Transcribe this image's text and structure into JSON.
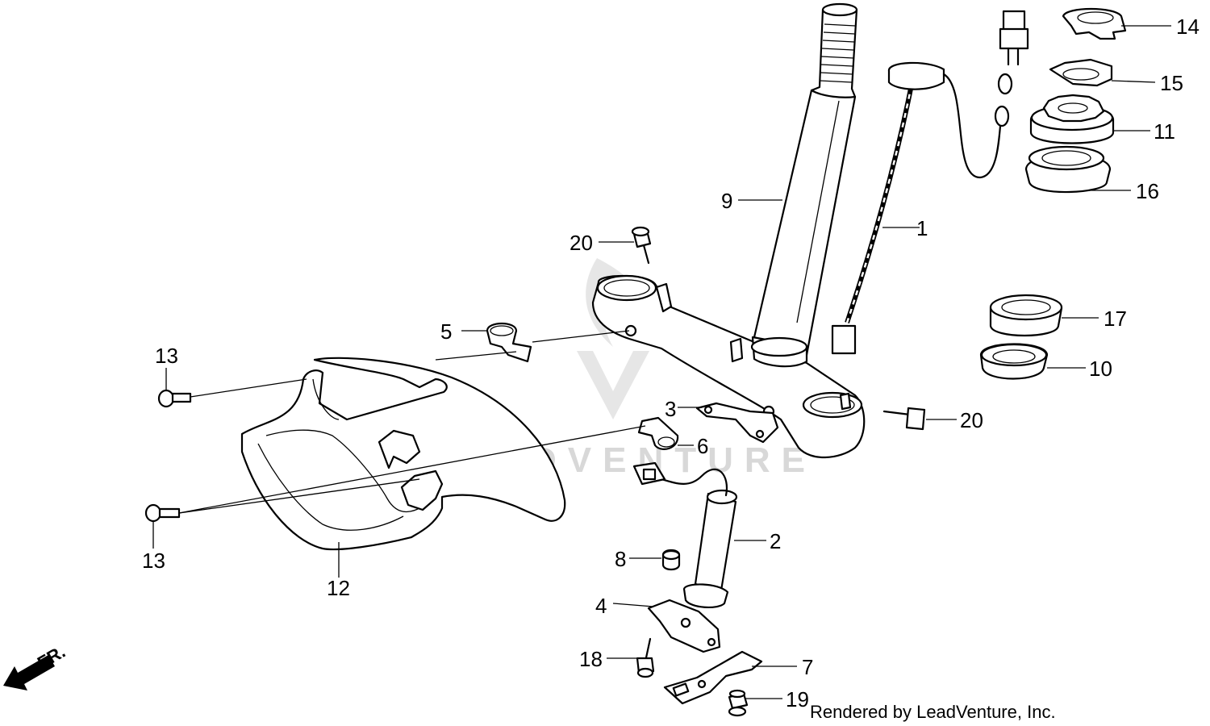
{
  "diagram": {
    "watermark": "LEADVENTURE",
    "credit": "Rendered by LeadVenture, Inc.",
    "front_indicator": "FR.",
    "callouts": {
      "c1": "1",
      "c2": "2",
      "c3": "3",
      "c4": "4",
      "c5": "5",
      "c6": "6",
      "c7": "7",
      "c8": "8",
      "c9": "9",
      "c10": "10",
      "c11": "11",
      "c12": "12",
      "c13a": "13",
      "c13b": "13",
      "c14": "14",
      "c15": "15",
      "c16": "16",
      "c17": "17",
      "c18": "18",
      "c19": "19",
      "c20a": "20",
      "c20b": "20"
    }
  }
}
